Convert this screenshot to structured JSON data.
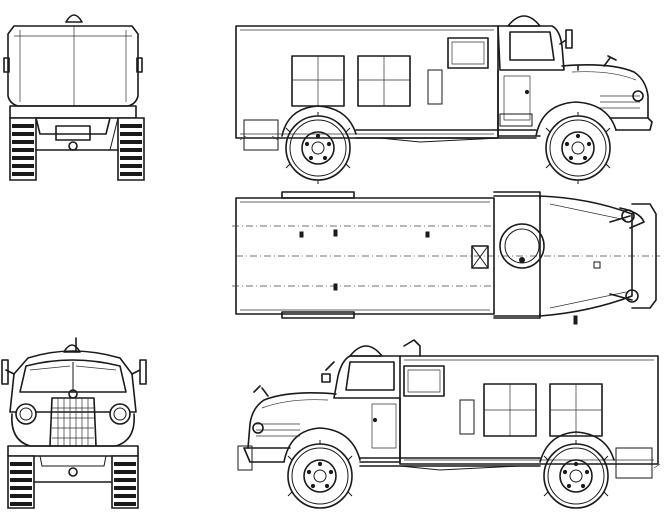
{
  "views": [
    {
      "id": "rear-view"
    },
    {
      "id": "right-side-view"
    },
    {
      "id": "top-view"
    },
    {
      "id": "front-view"
    },
    {
      "id": "left-side-view"
    }
  ]
}
